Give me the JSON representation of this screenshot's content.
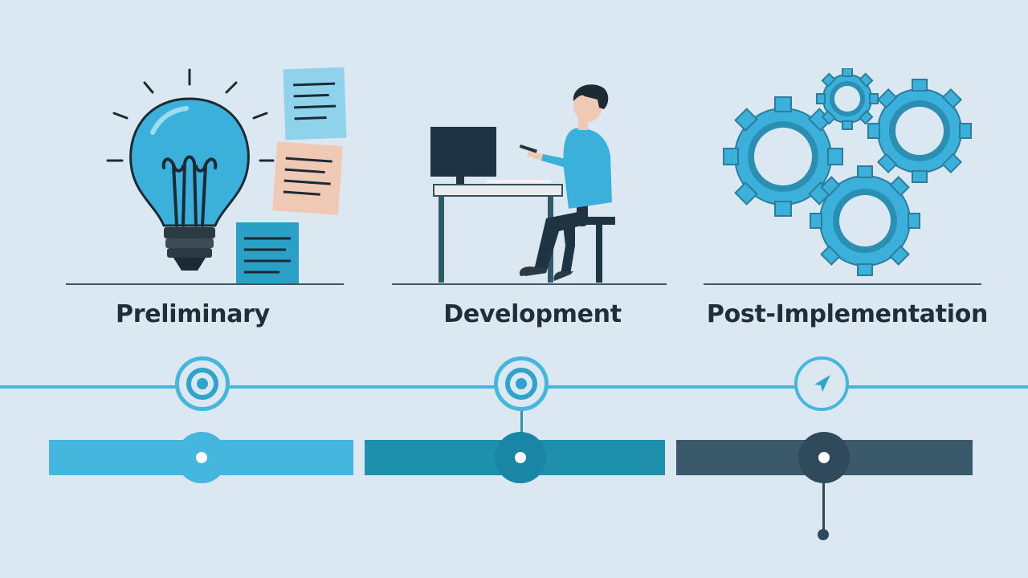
{
  "colors": {
    "background": "#dbe8f1",
    "light_blue": "#45b6de",
    "teal": "#1f8fae",
    "dark_slate": "#3a5a6c",
    "label_text": "#1f2f3a"
  },
  "phases": [
    {
      "label": "Preliminary",
      "icon": "lightbulb-icon"
    },
    {
      "label": "Development",
      "icon": "person-at-computer-icon"
    },
    {
      "label": "Post-Implementation",
      "icon": "gears-icon"
    }
  ],
  "milestone_icons": [
    "target-icon",
    "target-icon",
    "send-arrow-icon"
  ]
}
